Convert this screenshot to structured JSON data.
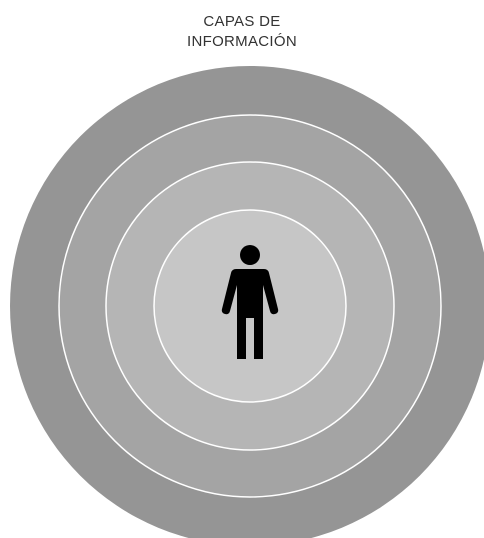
{
  "diagram": {
    "title_lines": [
      "CAPAS DE",
      "INFORMACIÓN"
    ],
    "layers": [
      {
        "name": "outer-layer",
        "color": "#959595"
      },
      {
        "name": "third-layer",
        "color": "#a4a4a4"
      },
      {
        "name": "second-layer",
        "color": "#b5b5b5"
      },
      {
        "name": "inner-layer",
        "color": "#c6c6c6"
      }
    ],
    "ring_stroke": "#ffffff",
    "center_icon": {
      "name": "person-icon",
      "color": "#000000"
    }
  }
}
